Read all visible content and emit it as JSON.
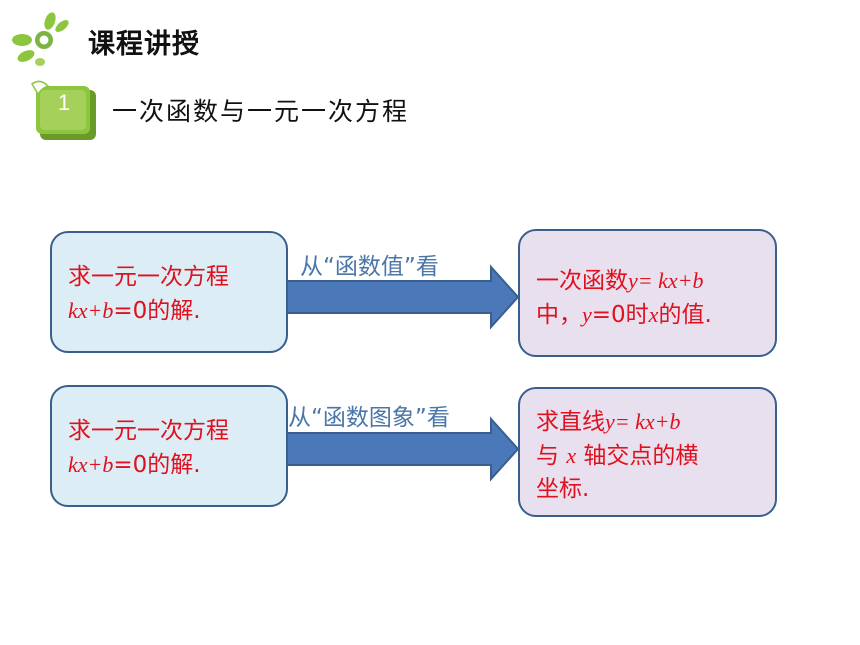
{
  "header": {
    "title": "课程讲授",
    "section_number": "1",
    "section_title": "一次函数与一元一次方程"
  },
  "rows": [
    {
      "left": {
        "line1": "求一元一次方程",
        "line2_math": "kx+b",
        "line2_rest": "=0的解."
      },
      "arrow_label": "从“函数值”看",
      "right": {
        "line1_text": "一次函数",
        "line1_math": "y= kx+b",
        "line2_text": "中，",
        "line2_math": "y",
        "line2_rest": "=0时",
        "line2_math2": "x",
        "line2_end": "的值."
      }
    },
    {
      "left": {
        "line1": "求一元一次方程",
        "line2_math": "kx+b",
        "line2_rest": "=0的解."
      },
      "arrow_label": "从“函数图象”看",
      "right": {
        "line1_text": "求直线",
        "line1_math": "y= kx+b",
        "line2_text": "与 ",
        "line2_math": "x",
        "line2_rest": " 轴交点的横",
        "line3": "坐标."
      }
    }
  ],
  "colors": {
    "box_border": "#3a5f8d",
    "left_fill": "#dcedf5",
    "right_fill": "#e8e0ee",
    "arrow": "#4a78b8",
    "text_red": "#e0101e",
    "label_blue": "#4a76a8",
    "green": "#8cc63f"
  }
}
